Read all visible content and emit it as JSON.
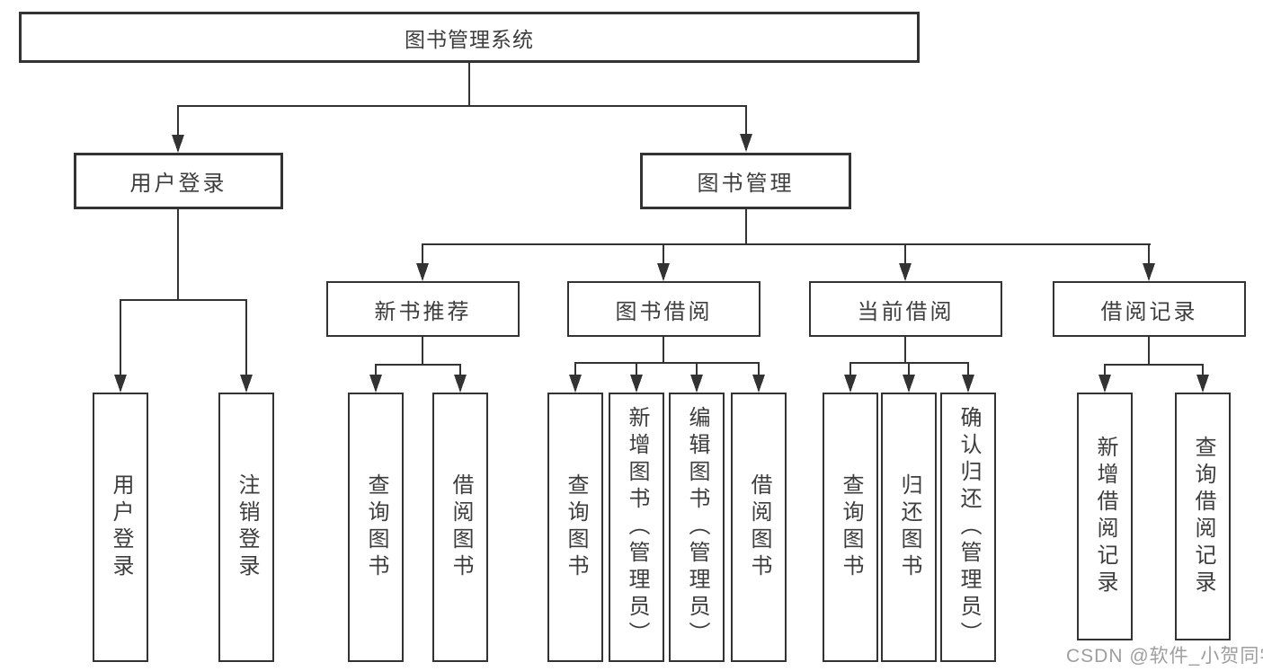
{
  "diagram": {
    "root": {
      "label": "图书管理系统"
    },
    "level2": [
      {
        "label": "用户登录"
      },
      {
        "label": "图书管理"
      }
    ],
    "level3": [
      {
        "label": "新书推荐"
      },
      {
        "label": "图书借阅"
      },
      {
        "label": "当前借阅"
      },
      {
        "label": "借阅记录"
      }
    ],
    "leaves": {
      "user_login": [
        {
          "label": "用户登录"
        },
        {
          "label": "注销登录"
        }
      ],
      "new_book_recommendation": [
        {
          "label": "查询图书"
        },
        {
          "label": "借阅图书"
        }
      ],
      "book_borrowing": [
        {
          "label": "查询图书"
        },
        {
          "label": "新增图书（管理员）"
        },
        {
          "label": "编辑图书（管理员）"
        },
        {
          "label": "借阅图书"
        }
      ],
      "current_borrowing": [
        {
          "label": "查询图书"
        },
        {
          "label": "归还图书"
        },
        {
          "label": "确认归还（管理员）"
        }
      ],
      "borrowing_records": [
        {
          "label": "新增借阅记录"
        },
        {
          "label": "查询借阅记录"
        }
      ]
    }
  },
  "watermark": {
    "text": "CSDN @软件_小贺同学"
  },
  "colors": {
    "line": "#333333",
    "text": "#3d3d3d",
    "watermark": "#9e9e9e",
    "background": "#ffffff"
  }
}
